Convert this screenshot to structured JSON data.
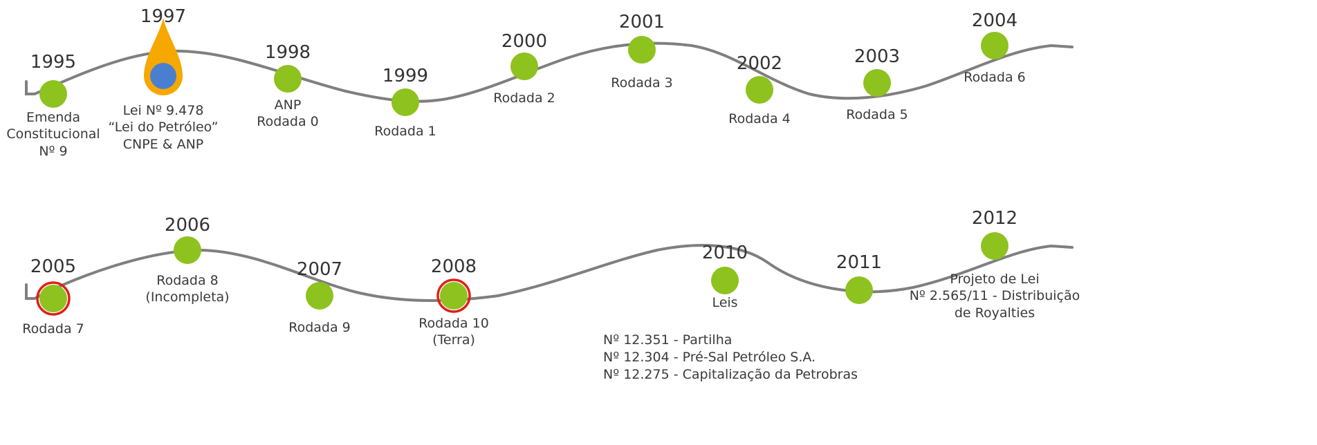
{
  "colors": {
    "wave": "#7f7f7f",
    "node_fill": "#8dc21f",
    "node_highlight_ring": "#e0201b",
    "pin_fill": "#f6a800",
    "pin_dot": "#4a7fd0",
    "text": "#3a3a3a"
  },
  "icons": {
    "node": "green-circle",
    "pin": "orange-map-pin-icon",
    "highlight": "red-ring"
  },
  "row1": {
    "events": [
      {
        "year": "1995",
        "caption": [
          "Emenda",
          "Constitucional",
          "Nº 9"
        ]
      },
      {
        "year": "1997",
        "caption": [
          "Lei Nº 9.478",
          "“Lei do Petróleo”",
          "CNPE & ANP"
        ],
        "marker": "pin"
      },
      {
        "year": "1998",
        "caption": [
          "ANP",
          "Rodada 0"
        ]
      },
      {
        "year": "1999",
        "caption": [
          "Rodada 1"
        ]
      },
      {
        "year": "2000",
        "caption": [
          "Rodada 2"
        ]
      },
      {
        "year": "2001",
        "caption": [
          "Rodada 3"
        ]
      },
      {
        "year": "2002",
        "caption": [
          "Rodada 4"
        ]
      },
      {
        "year": "2003",
        "caption": [
          "Rodada 5"
        ]
      },
      {
        "year": "2004",
        "caption": [
          "Rodada 6"
        ]
      }
    ]
  },
  "row2": {
    "events": [
      {
        "year": "2005",
        "caption": [
          "Rodada 7"
        ],
        "highlight": true
      },
      {
        "year": "2006",
        "caption": [
          "Rodada 8",
          "(Incompleta)"
        ]
      },
      {
        "year": "2007",
        "caption": [
          "Rodada 9"
        ]
      },
      {
        "year": "2008",
        "caption": [
          "Rodada 10",
          "(Terra)"
        ],
        "highlight": true
      },
      {
        "year": "2010",
        "caption": [
          "Leis"
        ]
      },
      {
        "year": "2011",
        "caption": []
      },
      {
        "year": "2012",
        "caption": [
          "Projeto de Lei",
          "Nº 2.565/11 - Distribuição",
          "de Royalties"
        ]
      }
    ],
    "laws": [
      "Nº 12.351 - Partilha",
      "Nº 12.304 - Pré-Sal Petróleo S.A.",
      "Nº 12.275 - Capitalização da Petrobras"
    ]
  }
}
